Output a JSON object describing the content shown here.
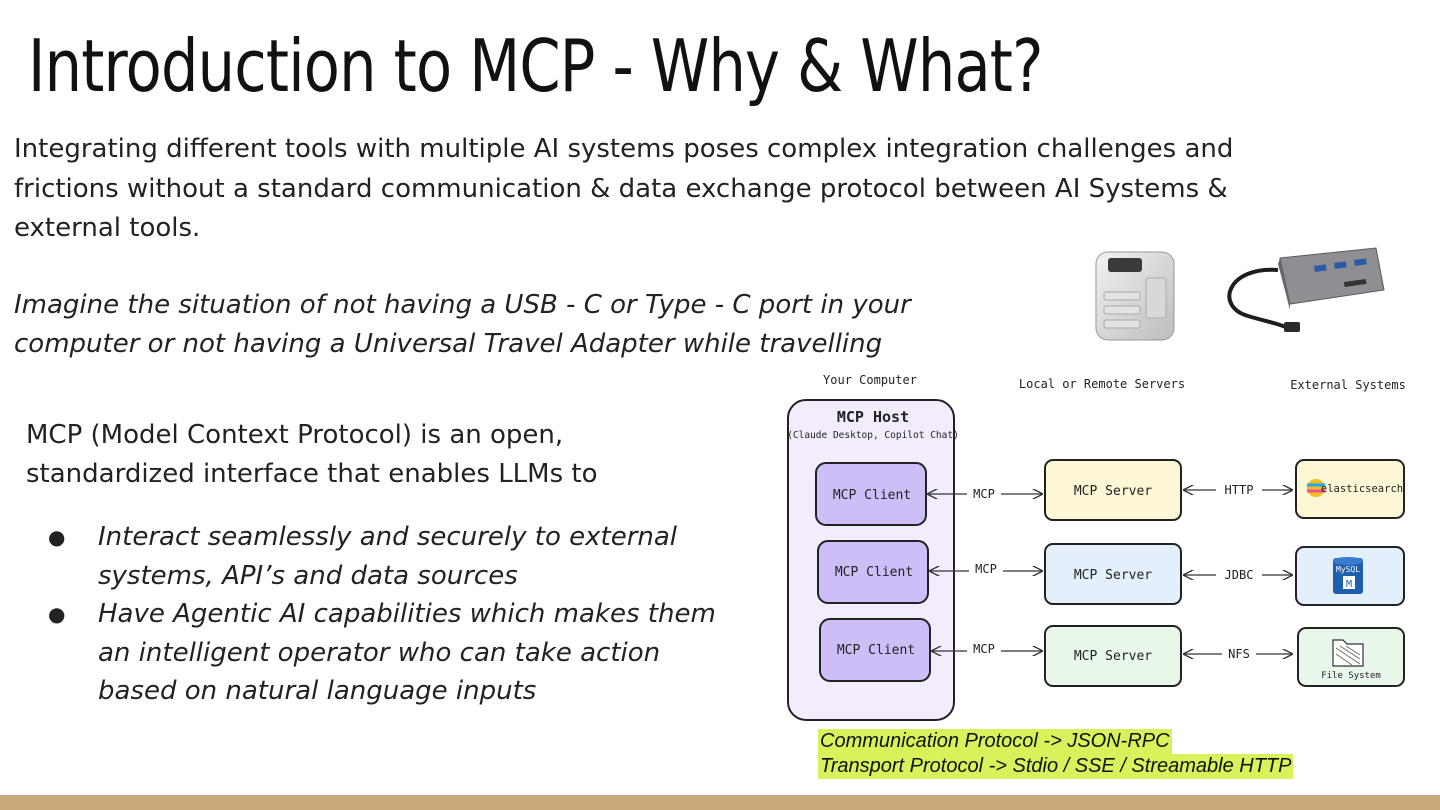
{
  "slide": {
    "title": "Introduction to MCP - Why & What?",
    "intro": "Integrating different tools with multiple AI systems poses complex integration challenges and frictions without a standard communication & data exchange protocol between AI Systems & external tools.",
    "imagine": "Imagine the situation of not having a USB - C or Type - C port in your computer or not having a Universal Travel Adapter while travelling",
    "definition": "MCP (Model Context Protocol) is an open, standardized interface that enables LLMs to",
    "bullets": [
      "Interact seamlessly and securely to external systems, API’s and data sources",
      "Have Agentic AI capabilities which makes them an intelligent operator who can take action based on natural language inputs"
    ],
    "bullet_glyph": "●",
    "footer_color": "#c9a97a"
  },
  "diagram": {
    "col_your_computer": "Your Computer",
    "col_servers": "Local or Remote Servers",
    "col_external": "External Systems",
    "host_title": "MCP Host",
    "host_subtitle": "(Claude Desktop, Copilot Chat)",
    "client_label": "MCP Client",
    "server_label": "MCP Server",
    "mcp_label": "MCP",
    "links": [
      "HTTP",
      "JDBC",
      "NFS"
    ],
    "external": {
      "elasticsearch": "elasticsearch",
      "mysql": "MySQL",
      "mysql_letter": "M",
      "filesystem": "File System"
    },
    "colors": {
      "host": "#f3ecfd",
      "client": "#cdbef7",
      "server_1": "#fdf7d6",
      "server_2": "#e3f0fb",
      "server_3": "#e9f7ea",
      "ext_1": "#fdf7d6",
      "ext_2": "#e3f0fb",
      "ext_3": "#e9f7ea"
    }
  },
  "notes": {
    "line1": "Communication Protocol -> JSON-RPC",
    "line2": "Transport Protocol -> Stdio / SSE / Streamable HTTP",
    "highlight": "#d7f25a"
  }
}
